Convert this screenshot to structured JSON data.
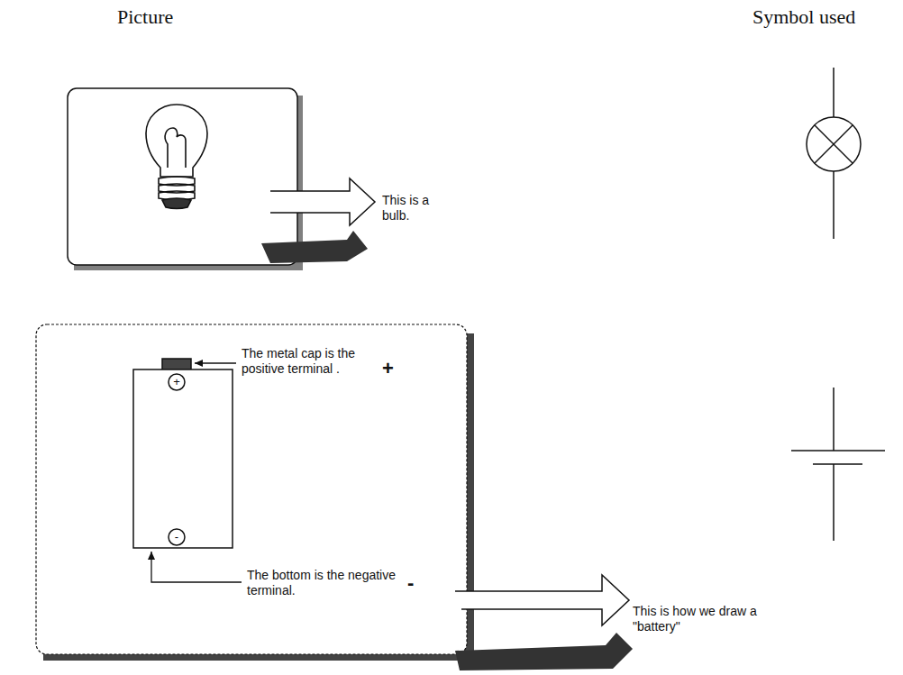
{
  "diagram": {
    "labels": [
      "Picture",
      "Symbol used",
      "This is a bulb.",
      "+",
      "The metal cap is the positive terminal .",
      "+",
      "-",
      "The bottom is the negative terminal.",
      "-",
      "This is how we draw a \"battery\""
    ]
  }
}
